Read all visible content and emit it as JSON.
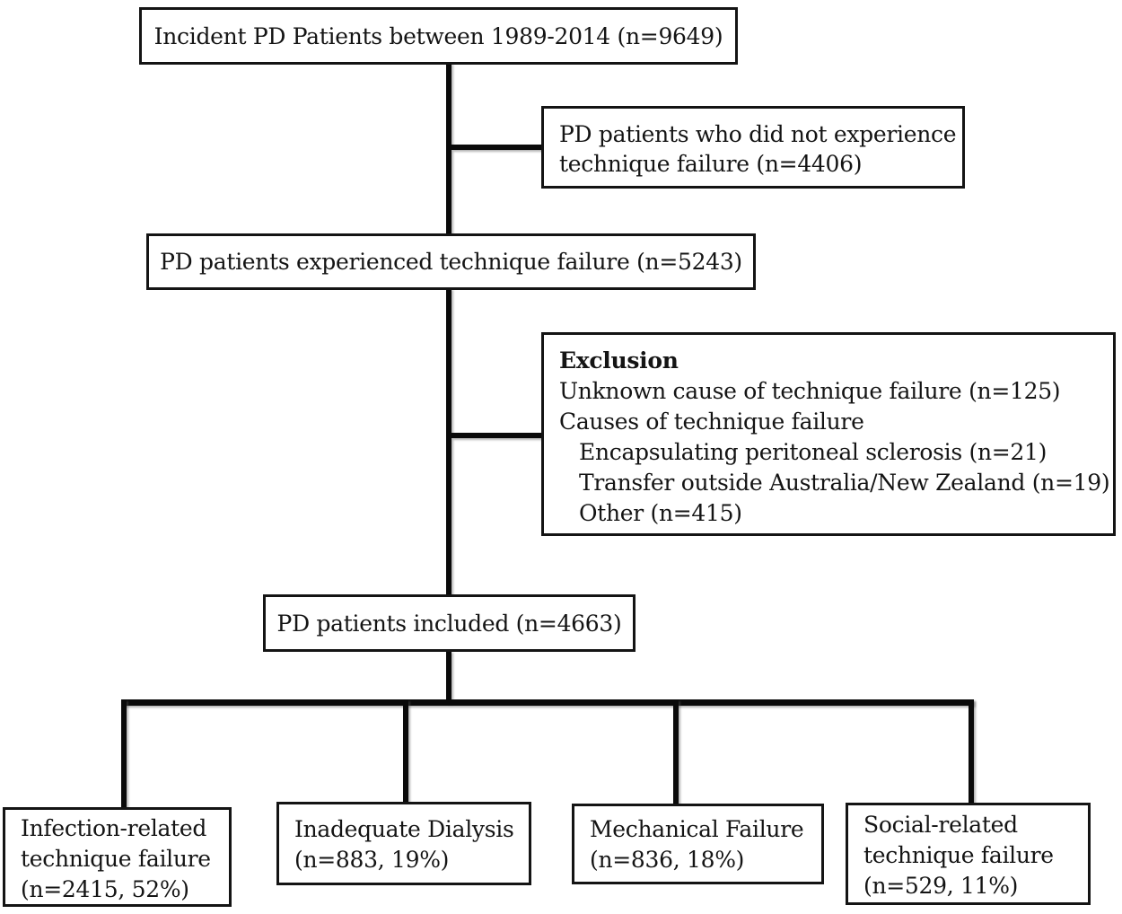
{
  "flowchart": {
    "incident": {
      "text": "Incident PD Patients between 1989-2014 (n=9649)"
    },
    "no_technique_failure": {
      "lines": [
        "PD patients who did not experience",
        "technique failure (n=4406)"
      ]
    },
    "technique_failure": {
      "text": "PD patients experienced technique failure (n=5243)"
    },
    "exclusion": {
      "heading": "Exclusion",
      "items": [
        {
          "text": "Unknown cause of technique failure (n=125)"
        },
        {
          "text": "Causes of technique failure"
        },
        {
          "text": "Encapsulating peritoneal sclerosis (n=21)"
        },
        {
          "text": "Transfer outside Australia/New Zealand (n=19)"
        },
        {
          "text": "Other (n=415)"
        }
      ]
    },
    "included": {
      "text": "PD patients included (n=4663)"
    },
    "outcomes": [
      {
        "lines": [
          "Infection-related",
          "technique failure",
          "(n=2415, 52%)"
        ]
      },
      {
        "lines": [
          "Inadequate Dialysis",
          "(n=883, 19%)"
        ]
      },
      {
        "lines": [
          "Mechanical Failure",
          "(n=836, 18%)"
        ]
      },
      {
        "lines": [
          "Social-related",
          "technique failure",
          "(n=529, 11%)"
        ]
      }
    ]
  },
  "colors": {
    "line": "#0a0a0a",
    "border": "#141414",
    "background": "#ffffff",
    "text": "#141414"
  }
}
